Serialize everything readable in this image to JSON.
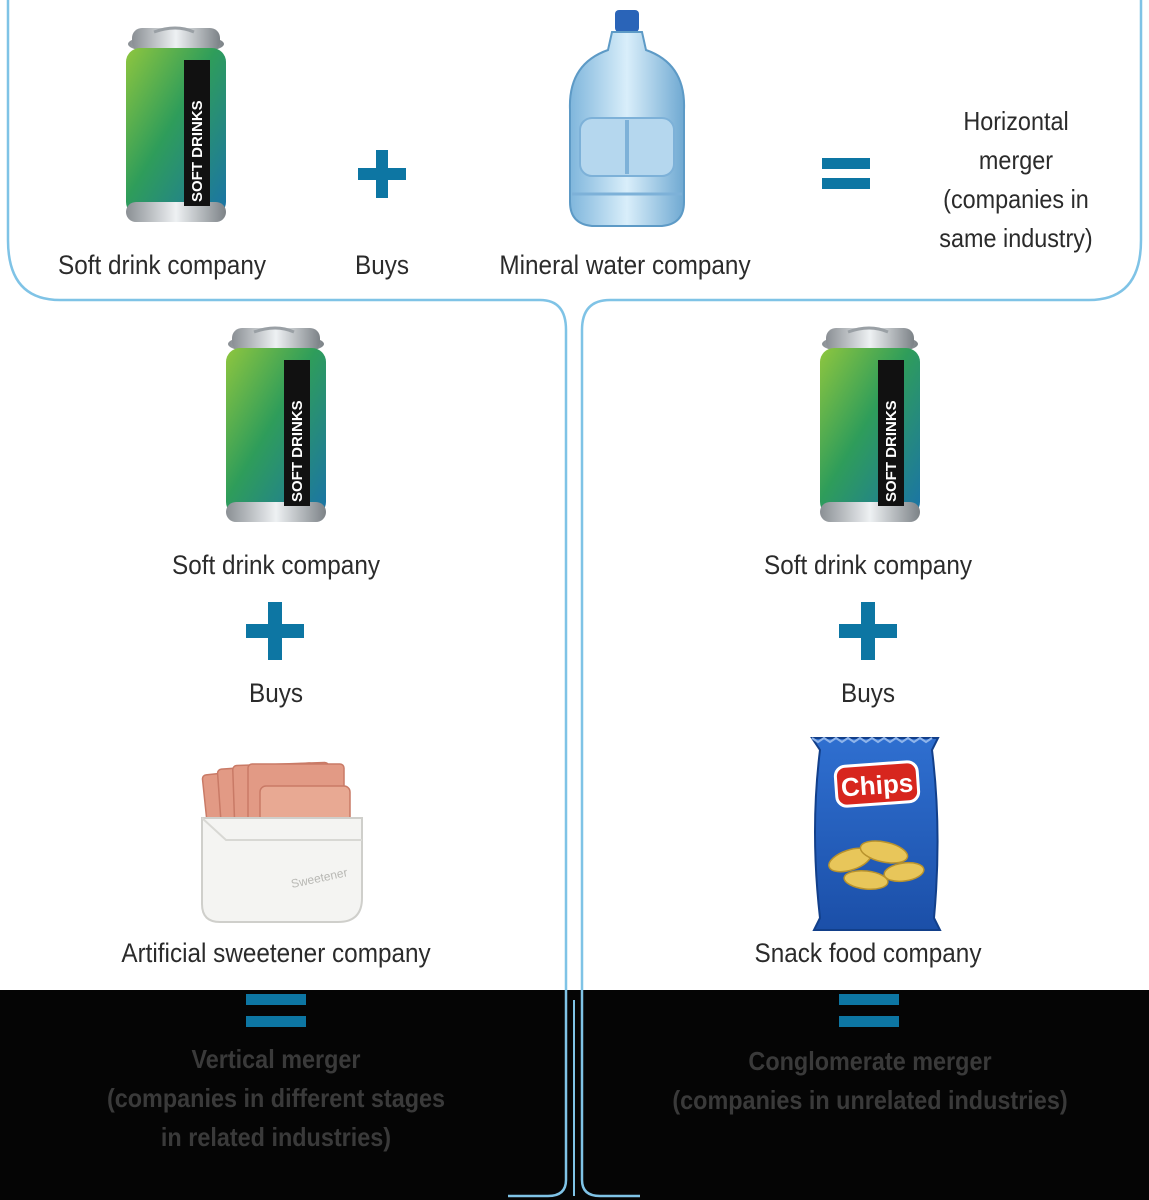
{
  "colors": {
    "accent": "#0d76a3",
    "frame_line": "#7fc3e6",
    "band": "#050505"
  },
  "top_row": {
    "left_label": "Soft drink company",
    "operator_label": "Buys",
    "right_label": "Mineral water company",
    "result": [
      "Horizontal",
      "merger",
      "(companies in",
      "same industry)"
    ]
  },
  "left_column": {
    "first_label": "Soft drink company",
    "operator_label": "Buys",
    "second_label": "Artificial sweetener company",
    "result": [
      "Vertical merger",
      "(companies in different stages",
      "in related industries)"
    ]
  },
  "right_column": {
    "first_label": "Soft drink company",
    "operator_label": "Buys",
    "second_label": "Snack food company",
    "result": [
      "Conglomerate merger",
      "(companies in unrelated industries)"
    ]
  },
  "can_text": "SOFT DRINKS",
  "bag_text": "Chips",
  "box_text": "Sweetener",
  "icons": [
    "soda-can",
    "plus",
    "water-jug",
    "equals",
    "sweetener-box",
    "chips-bag"
  ]
}
